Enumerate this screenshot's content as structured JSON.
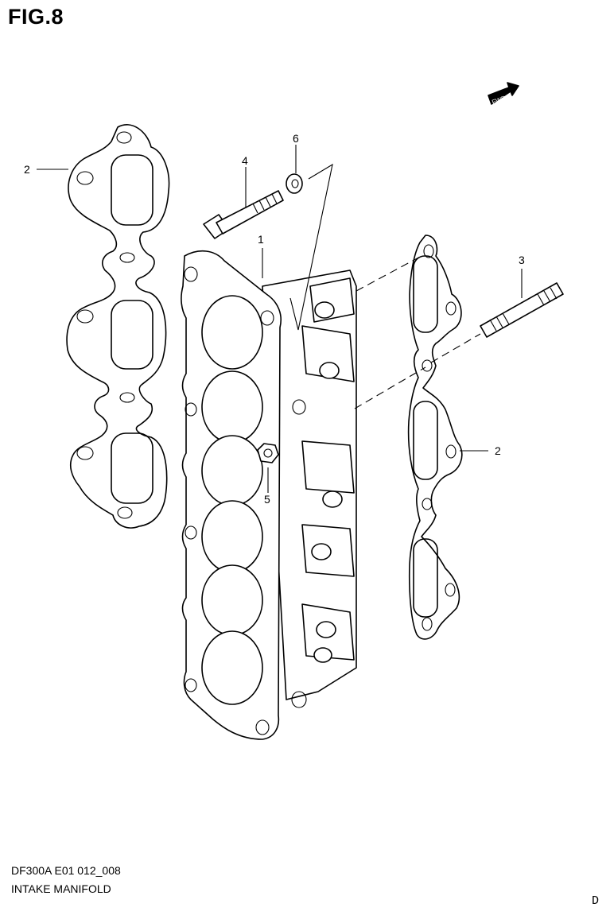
{
  "figure_label": "FIG.8",
  "direction_badge": "FWD",
  "callouts": {
    "part1": "1",
    "part2_left": "2",
    "part2_right": "2",
    "part3": "3",
    "part4": "4",
    "part5": "5",
    "part6": "6"
  },
  "footer": {
    "model_code": "DF300A E01 012_008",
    "section_title": "INTAKE MANIFOLD",
    "page_code": "D"
  }
}
